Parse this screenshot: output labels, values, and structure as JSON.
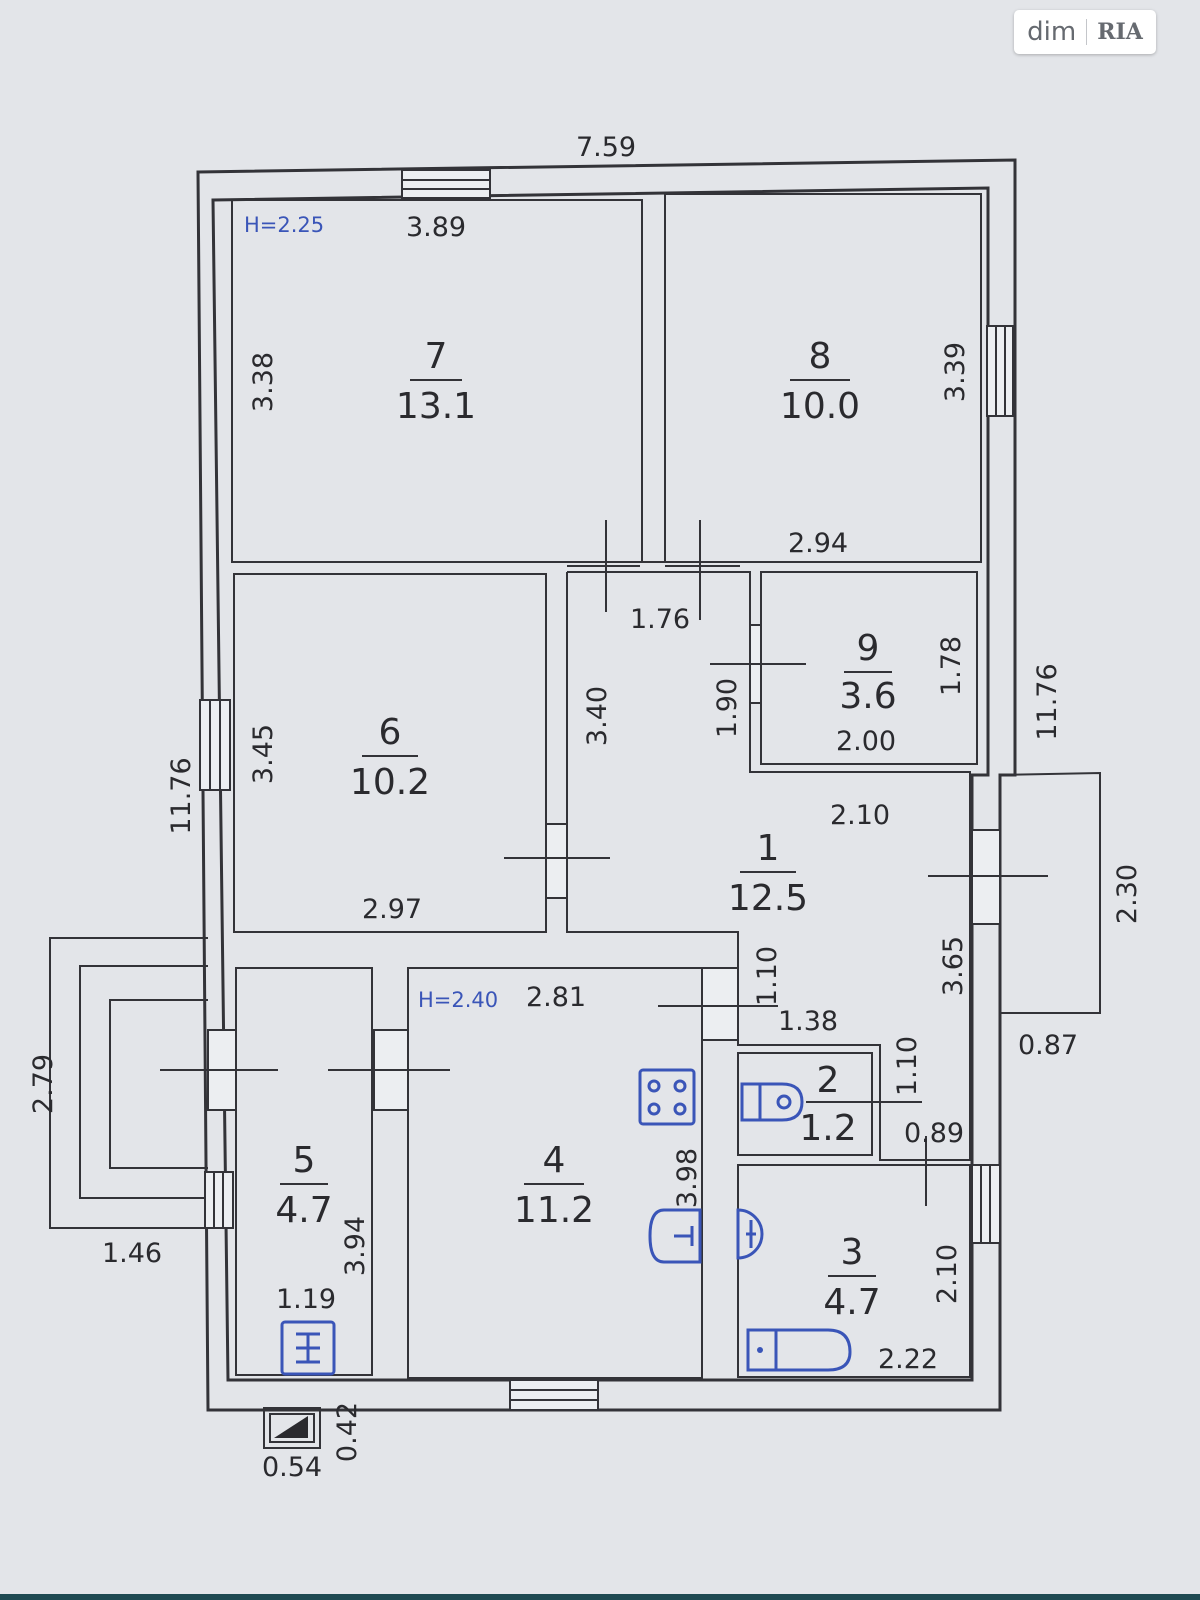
{
  "watermark": {
    "left": "dim",
    "right": "RIA"
  },
  "heights": {
    "north": "H=2.25",
    "south": "H=2.40"
  },
  "outer_dims": {
    "top_width": "7.59",
    "left_length": "11.76",
    "right_length": "11.76",
    "porch_height": "2.79",
    "porch_width": "1.46",
    "vent_w": "0.54",
    "vent_h": "0.42",
    "entrance_h": "2.30",
    "entrance_w": "0.87"
  },
  "rooms": [
    {
      "id": "1",
      "area": "12.5",
      "dims": [
        "2.10",
        "3.40",
        "1.76",
        "3.65",
        "1.10",
        "1.38"
      ]
    },
    {
      "id": "2",
      "area": "1.2",
      "dims": [
        "1.10",
        "0.89"
      ]
    },
    {
      "id": "3",
      "area": "4.7",
      "dims": [
        "2.10",
        "2.22"
      ]
    },
    {
      "id": "4",
      "area": "11.2",
      "dims": [
        "2.81",
        "3.98"
      ]
    },
    {
      "id": "5",
      "area": "4.7",
      "dims": [
        "1.19",
        "3.94"
      ]
    },
    {
      "id": "6",
      "area": "10.2",
      "dims": [
        "3.45",
        "2.97"
      ]
    },
    {
      "id": "7",
      "area": "13.1",
      "dims": [
        "3.89",
        "3.38"
      ]
    },
    {
      "id": "8",
      "area": "10.0",
      "dims": [
        "3.39",
        "2.94"
      ]
    },
    {
      "id": "9",
      "area": "3.6",
      "dims": [
        "1.78",
        "2.00",
        "1.90"
      ]
    }
  ]
}
